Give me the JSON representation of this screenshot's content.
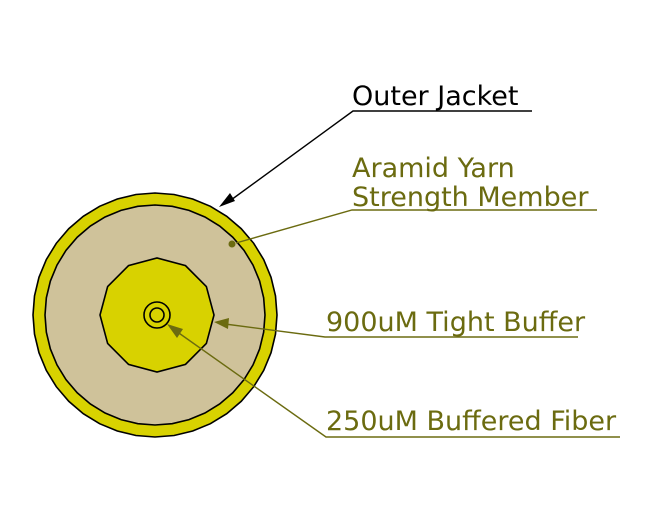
{
  "labels": {
    "outer_jacket": "Outer Jacket",
    "aramid_line1": "Aramid Yarn",
    "aramid_line2": "Strength Member",
    "tight_buffer": "900uM Tight Buffer",
    "buffered_fiber": "250uM Buffered Fiber"
  },
  "colors": {
    "background": "#ffffff",
    "jacket_fill": "#d8d200",
    "yarn_fill": "#cfc29a",
    "buffer_fill": "#d8d200",
    "outline": "#000000",
    "olive_text": "#6b6b10",
    "olive_line": "#6b6b10",
    "black_text": "#000000"
  }
}
